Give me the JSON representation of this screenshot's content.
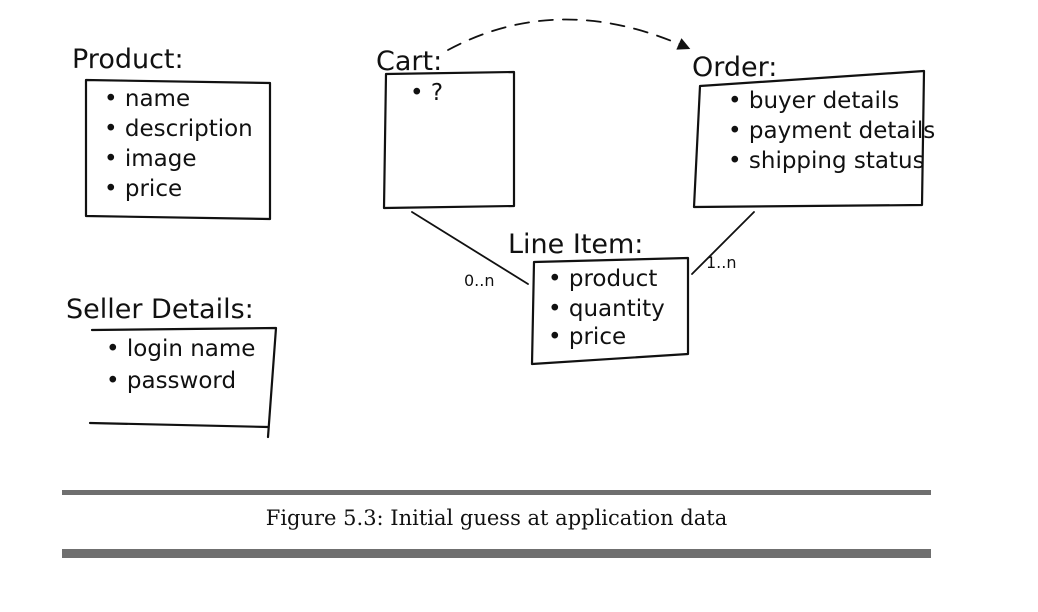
{
  "diagram": {
    "entities": {
      "product": {
        "title": "Product:",
        "attributes": [
          "name",
          "description",
          "image",
          "price"
        ]
      },
      "cart": {
        "title": "Cart:",
        "attributes": [
          "?"
        ]
      },
      "order": {
        "title": "Order:",
        "attributes": [
          "buyer details",
          "payment details",
          "shipping status"
        ]
      },
      "line_item": {
        "title": "Line Item:",
        "attributes": [
          "product",
          "quantity",
          "price"
        ]
      },
      "seller_details": {
        "title": "Seller Details:",
        "attributes": [
          "login name",
          "password"
        ]
      }
    },
    "relationships": {
      "cart_line_item": {
        "multiplicity": "0..n"
      },
      "order_line_item": {
        "multiplicity": "1..n"
      }
    }
  },
  "caption": "Figure 5.3: Initial guess at application data",
  "colors": {
    "ink": "#111111",
    "rule": "#6f6f6f"
  }
}
